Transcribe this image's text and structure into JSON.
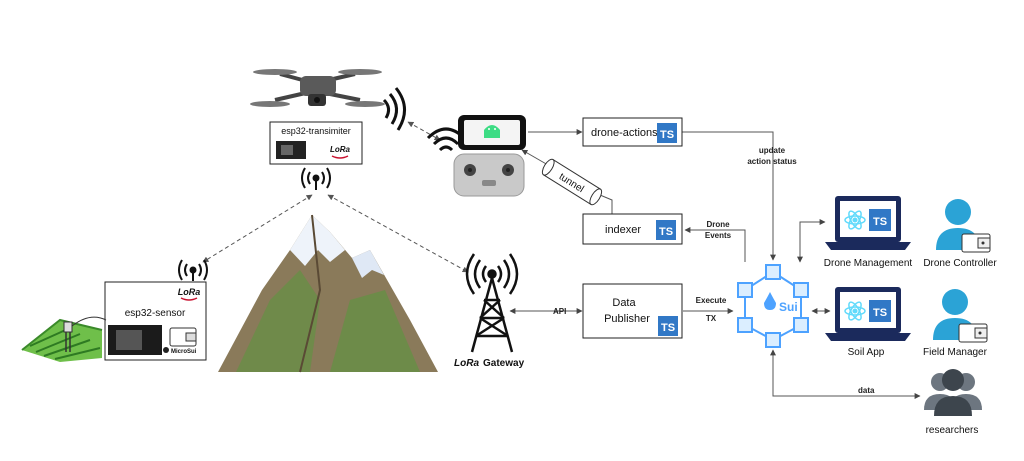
{
  "nodes": {
    "esp32_transmitter": {
      "label": "esp32-transimiter",
      "badge": "LoRa"
    },
    "esp32_sensor": {
      "label": "esp32-sensor",
      "badge": "LoRa",
      "chip_label": "MicroSui"
    },
    "drone_actions": {
      "label": "drone-actions",
      "badge": "TS"
    },
    "indexer": {
      "label": "indexer",
      "badge": "TS"
    },
    "data_publisher": {
      "label_line1": "Data",
      "label_line2": "Publisher",
      "badge": "TS"
    },
    "gateway": {
      "logo": "LoRa",
      "label": "Gateway"
    },
    "sui": {
      "label": "Sui"
    },
    "drone_management": {
      "label": "Drone Management",
      "badge": "TS"
    },
    "soil_app": {
      "label": "Soil App",
      "badge": "TS"
    },
    "drone_controller": {
      "label": "Drone Controller"
    },
    "field_manager": {
      "label": "Field Manager"
    },
    "researchers": {
      "label": "researchers"
    }
  },
  "edges": {
    "tunnel": "tunnel",
    "api": "API",
    "execute_tx_1": "Execute",
    "execute_tx_2": "TX",
    "drone_events_1": "Drone",
    "drone_events_2": "Events",
    "update_status_1": "update",
    "update_status_2": "action status",
    "data": "data"
  },
  "colors": {
    "ts_blue": "#3178c6",
    "sui_blue": "#4da2ff",
    "person_teal": "#2ba3d6",
    "laptop_navy": "#1b2a5c",
    "react_cyan": "#61dafb"
  }
}
